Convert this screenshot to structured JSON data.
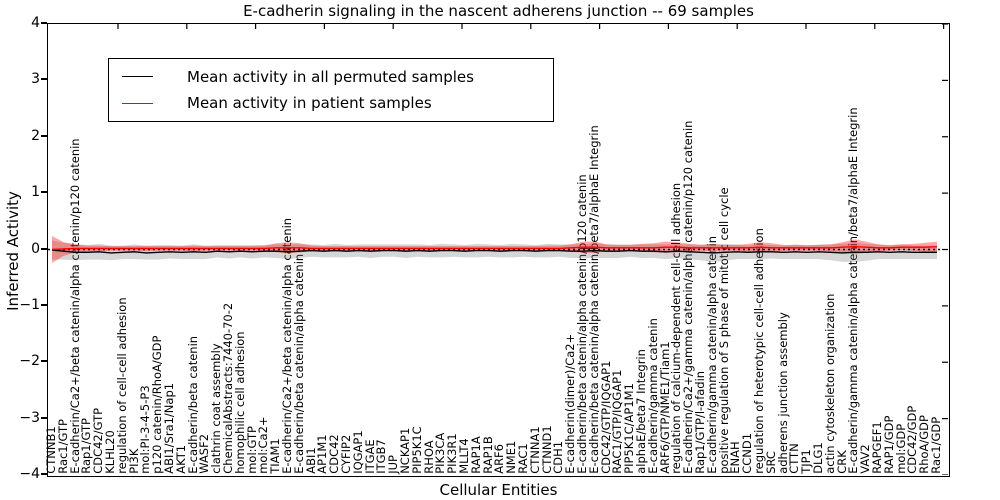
{
  "figure": {
    "title": "E-cadherin signaling in the nascent adherens junction -- 69 samples",
    "xlabel": "Cellular Entities",
    "ylabel": "Inferred Activity"
  },
  "legend": {
    "entries": [
      {
        "label": "Mean activity in all permuted samples",
        "color": "#000000"
      },
      {
        "label": "Mean activity in patient samples",
        "color": "#ff0000"
      }
    ]
  },
  "chart_data": {
    "type": "line",
    "title": "E-cadherin signaling in the nascent adherens junction -- 69 samples",
    "xlabel": "Cellular Entities",
    "ylabel": "Inferred Activity",
    "ylim": [
      -4,
      4
    ],
    "yticks": [
      4,
      3,
      2,
      1,
      0,
      -1,
      -2,
      -3,
      -4
    ],
    "ytick_labels": [
      "4",
      "3",
      "2",
      "1",
      "0",
      "−1",
      "−2",
      "−3",
      "−4"
    ],
    "grid": false,
    "legend_position": "upper left",
    "zero_line": {
      "y": 0,
      "style": "dotted",
      "color": "#000000"
    },
    "categories": [
      "CTNNB1",
      "Rac1/GTP",
      "E-cadherin/Ca2+/beta catenin/alpha catenin/p120 catenin",
      "Rap1/GTP",
      "CDC42/GTP",
      "KLHL20",
      "regulation of cell-cell adhesion",
      "PI3K",
      "mol:PI-3-4-5-P3",
      "p120 catenin/RhoA/GDP",
      "ABI1/Sra1/Nap1",
      "AKT1",
      "E-cadherin/beta catenin",
      "WASF2",
      "clathrin coat assembly",
      "ChemicalAbstracts:7440-70-2",
      "homophilic cell adhesion",
      "mol:GTP",
      "mol:Ca2+",
      "TIAM1",
      "E-cadherin/Ca2+/beta catenin/alpha catenin",
      "E-cadherin/beta catenin/alpha catenin",
      "ABI1",
      "AP1M1",
      "CDC42",
      "CYFIP2",
      "IQGAP1",
      "ITGAE",
      "ITGB7",
      "JUP",
      "NCKAP1",
      "PIP5K1C",
      "RHOA",
      "PIK3CA",
      "PIK3R1",
      "MLLT4",
      "RAP1A",
      "RAP1B",
      "ARF6",
      "NME1",
      "RAC1",
      "CTNNA1",
      "CTNND1",
      "CDH1",
      "E-cadherin(dimer)/Ca2+",
      "E-cadherin/beta catenin/alpha catenin/p120 catenin",
      "E-cadherin/beta catenin/alpha catenin/beta7/alphaE Integrin",
      "CDC42/GTP/IQGAP1",
      "RAC1/GTP/IQGAP1",
      "PIP5K1C/AP1M1",
      "alphaE/beta7 Integrin",
      "E-cadherin/gamma catenin",
      "ARF6/GTP/NME1/Tiam1",
      "regulation of calcium-dependent cell-cell adhesion",
      "E-cadherin/Ca2+/gamma catenin/alpha catenin/p120 catenin",
      "Rap1/GTP/l-afadin",
      "E-cadherin/gamma catenin/alpha catenin",
      "positive regulation of S phase of mitotic cell cycle",
      "ENAH",
      "CCND1",
      "regulation of heterotypic cell-cell adhesion",
      "SRC",
      "adherens junction assembly",
      "CTTN",
      "TJP1",
      "DLG1",
      "actin cytoskeleton organization",
      "CRK",
      "E-cadherin/gamma catenin/alpha catenin/beta7/alphaE Integrin",
      "VAV2",
      "RAPGEF1",
      "RAP1/GDP",
      "mol:GDP",
      "CDC42/GDP",
      "RhoA/GDP",
      "Rac1/GDP"
    ],
    "series": [
      {
        "name": "Mean activity in all permuted samples",
        "color": "#000000",
        "band_color": "rgba(120,120,120,0.30)",
        "values": [
          -0.01,
          -0.03,
          -0.05,
          -0.05,
          -0.04,
          -0.06,
          -0.05,
          -0.04,
          -0.06,
          -0.05,
          -0.04,
          -0.05,
          -0.04,
          -0.05,
          -0.03,
          -0.04,
          -0.03,
          -0.04,
          -0.03,
          -0.03,
          -0.04,
          -0.03,
          -0.02,
          -0.03,
          -0.02,
          -0.03,
          -0.02,
          -0.03,
          -0.02,
          -0.02,
          -0.03,
          -0.02,
          -0.03,
          -0.02,
          -0.02,
          -0.03,
          -0.02,
          -0.02,
          -0.03,
          -0.02,
          -0.02,
          -0.03,
          -0.02,
          -0.02,
          -0.03,
          -0.03,
          -0.02,
          -0.03,
          -0.03,
          -0.02,
          -0.03,
          -0.03,
          -0.04,
          -0.03,
          -0.04,
          -0.05,
          -0.06,
          -0.05,
          -0.04,
          -0.05,
          -0.04,
          -0.04,
          -0.05,
          -0.04,
          -0.05,
          -0.04,
          -0.05,
          -0.06,
          -0.05,
          -0.05,
          -0.04,
          -0.05,
          -0.04,
          -0.05,
          -0.05,
          -0.05
        ],
        "band_halfwidth": [
          0.17,
          0.15,
          0.14,
          0.13,
          0.14,
          0.13,
          0.12,
          0.13,
          0.12,
          0.13,
          0.12,
          0.12,
          0.13,
          0.12,
          0.11,
          0.12,
          0.11,
          0.12,
          0.11,
          0.12,
          0.13,
          0.12,
          0.11,
          0.11,
          0.12,
          0.11,
          0.11,
          0.12,
          0.11,
          0.11,
          0.12,
          0.11,
          0.11,
          0.12,
          0.11,
          0.11,
          0.12,
          0.11,
          0.11,
          0.12,
          0.11,
          0.11,
          0.12,
          0.11,
          0.12,
          0.12,
          0.13,
          0.12,
          0.12,
          0.11,
          0.12,
          0.12,
          0.13,
          0.12,
          0.13,
          0.14,
          0.16,
          0.15,
          0.13,
          0.12,
          0.13,
          0.12,
          0.12,
          0.13,
          0.12,
          0.13,
          0.14,
          0.16,
          0.17,
          0.15,
          0.13,
          0.12,
          0.13,
          0.12,
          0.12,
          0.12
        ]
      },
      {
        "name": "Mean activity in patient samples",
        "color": "#ff0000",
        "band_color": "rgba(255,0,0,0.35)",
        "values": [
          0.0,
          0.01,
          0.02,
          0.02,
          0.02,
          0.02,
          0.02,
          0.02,
          0.02,
          0.02,
          0.02,
          0.02,
          0.02,
          0.02,
          0.02,
          0.02,
          0.02,
          0.02,
          0.02,
          0.03,
          0.03,
          0.03,
          0.02,
          0.02,
          0.02,
          0.02,
          0.02,
          0.02,
          0.02,
          0.02,
          0.02,
          0.02,
          0.02,
          0.02,
          0.02,
          0.02,
          0.02,
          0.02,
          0.02,
          0.02,
          0.02,
          0.02,
          0.02,
          0.02,
          0.03,
          0.04,
          0.04,
          0.03,
          0.03,
          0.03,
          0.03,
          0.03,
          0.04,
          0.04,
          0.03,
          0.03,
          0.03,
          0.03,
          0.03,
          0.03,
          0.04,
          0.03,
          0.03,
          0.03,
          0.03,
          0.03,
          0.03,
          0.04,
          0.05,
          0.04,
          0.03,
          0.03,
          0.04,
          0.04,
          0.04,
          0.05
        ],
        "band_halfwidth": [
          0.24,
          0.12,
          0.07,
          0.05,
          0.05,
          0.04,
          0.04,
          0.04,
          0.05,
          0.04,
          0.04,
          0.04,
          0.05,
          0.04,
          0.04,
          0.04,
          0.04,
          0.04,
          0.05,
          0.08,
          0.1,
          0.08,
          0.05,
          0.04,
          0.04,
          0.04,
          0.04,
          0.04,
          0.04,
          0.04,
          0.04,
          0.04,
          0.04,
          0.04,
          0.04,
          0.04,
          0.04,
          0.04,
          0.04,
          0.04,
          0.04,
          0.04,
          0.05,
          0.05,
          0.06,
          0.1,
          0.1,
          0.06,
          0.05,
          0.05,
          0.07,
          0.08,
          0.1,
          0.09,
          0.07,
          0.05,
          0.06,
          0.05,
          0.05,
          0.07,
          0.09,
          0.08,
          0.05,
          0.05,
          0.05,
          0.05,
          0.06,
          0.09,
          0.13,
          0.1,
          0.06,
          0.05,
          0.05,
          0.06,
          0.08,
          0.09
        ]
      }
    ]
  }
}
